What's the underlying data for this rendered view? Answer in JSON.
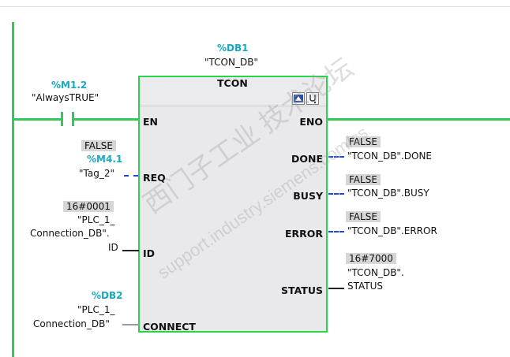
{
  "block": {
    "instance_address": "%DB1",
    "instance_name": "\"TCON_DB\"",
    "type_name": "TCON",
    "icons": [
      "watch-table-icon",
      "diagnostics-icon"
    ],
    "inputs": {
      "en": "EN",
      "req": "REQ",
      "id": "ID",
      "connect": "CONNECT"
    },
    "outputs": {
      "eno": "ENO",
      "done": "DONE",
      "busy": "BUSY",
      "error": "ERROR",
      "status": "STATUS"
    }
  },
  "contact": {
    "address": "%M1.2",
    "name": "\"AlwaysTRUE\""
  },
  "req_operand": {
    "value": "FALSE",
    "address": "%M4.1",
    "name": "\"Tag_2\""
  },
  "id_operand": {
    "value": "16#0001",
    "line1": "\"PLC_1_",
    "line2": "Connection_DB\".",
    "line3": "ID"
  },
  "connect_operand": {
    "address": "%DB2",
    "line1": "\"PLC_1_",
    "line2": "Connection_DB\""
  },
  "done_operand": {
    "value": "FALSE",
    "name": "\"TCON_DB\".DONE"
  },
  "busy_operand": {
    "value": "FALSE",
    "name": "\"TCON_DB\".BUSY"
  },
  "error_operand": {
    "value": "FALSE",
    "name": "\"TCON_DB\".ERROR"
  },
  "status_operand": {
    "value": "16#7000",
    "line1": "\"TCON_DB\".",
    "line2": "STATUS"
  },
  "watermark": {
    "cn": "西门子工业 技术论坛",
    "url": "support.industry.siemens.com/cs"
  },
  "colors": {
    "power_rail": "#34c759",
    "block_border": "#2bd34a",
    "bool_wire": "#1f48d6",
    "tag_address": "#18a8c1"
  }
}
